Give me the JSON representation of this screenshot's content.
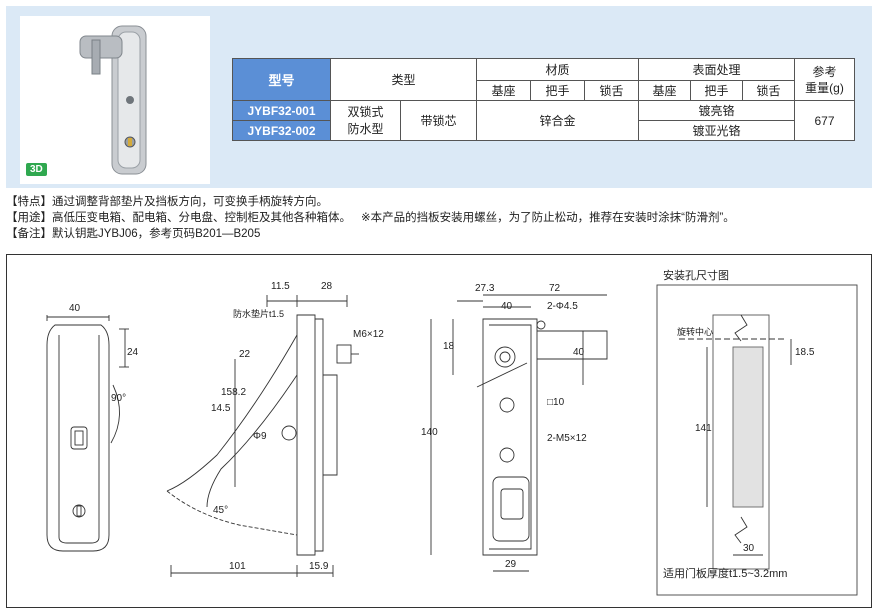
{
  "photo": {
    "badge": "3D"
  },
  "table": {
    "headers": {
      "model": "型号",
      "type": "类型",
      "material": "材质",
      "surface": "表面处理",
      "reference_line1": "参考",
      "reference_line2": "重量(g)"
    },
    "subheaders": [
      "基座",
      "把手",
      "锁舌",
      "基座",
      "把手",
      "锁舌"
    ],
    "rows": [
      {
        "model": "JYBF32-001",
        "finish": "镀亮铬"
      },
      {
        "model": "JYBF32-002",
        "finish": "镀亚光铬"
      }
    ],
    "type_line1": "双锁式",
    "type_line2": "防水型",
    "lock": "带锁芯",
    "material_value": "锌合金",
    "weight": "677"
  },
  "notes": {
    "feature": "【特点】通过调整背部垫片及挡板方向，可变换手柄旋转方向。",
    "usage": "【用途】高低压变电箱、配电箱、分电盘、控制柜及其他各种箱体。",
    "usage_extra": "※本产品的挡板安装用螺丝，为了防止松动，推荐在安装时涂抹“防滑剂”。",
    "remark": "【备注】默认钥匙JYBJ06，参考页码B201—B205"
  },
  "drawing": {
    "front": {
      "width": "40",
      "dim24": "24",
      "angle": "90°"
    },
    "side": {
      "d115": "11.5",
      "d28": "28",
      "pad": "防水垫片t1.5",
      "m6": "M6×12",
      "d22": "22",
      "d1582": "158.2",
      "d145": "14.5",
      "phi9": "Φ9",
      "a45": "45°",
      "d101": "101",
      "d159": "15.9"
    },
    "back": {
      "d273": "27.3",
      "d72": "72",
      "d40": "40",
      "hole": "2-Φ4.5",
      "d18": "18",
      "d40v": "40",
      "d140": "140",
      "sq10": "□10",
      "m5": "2-M5×12",
      "d29": "29"
    },
    "cutout": {
      "title": "安装孔尺寸图",
      "center": "旋转中心",
      "d185": "18.5",
      "d141": "141",
      "d30": "30",
      "thickness": "适用门板厚度t1.5~3.2mm"
    }
  }
}
